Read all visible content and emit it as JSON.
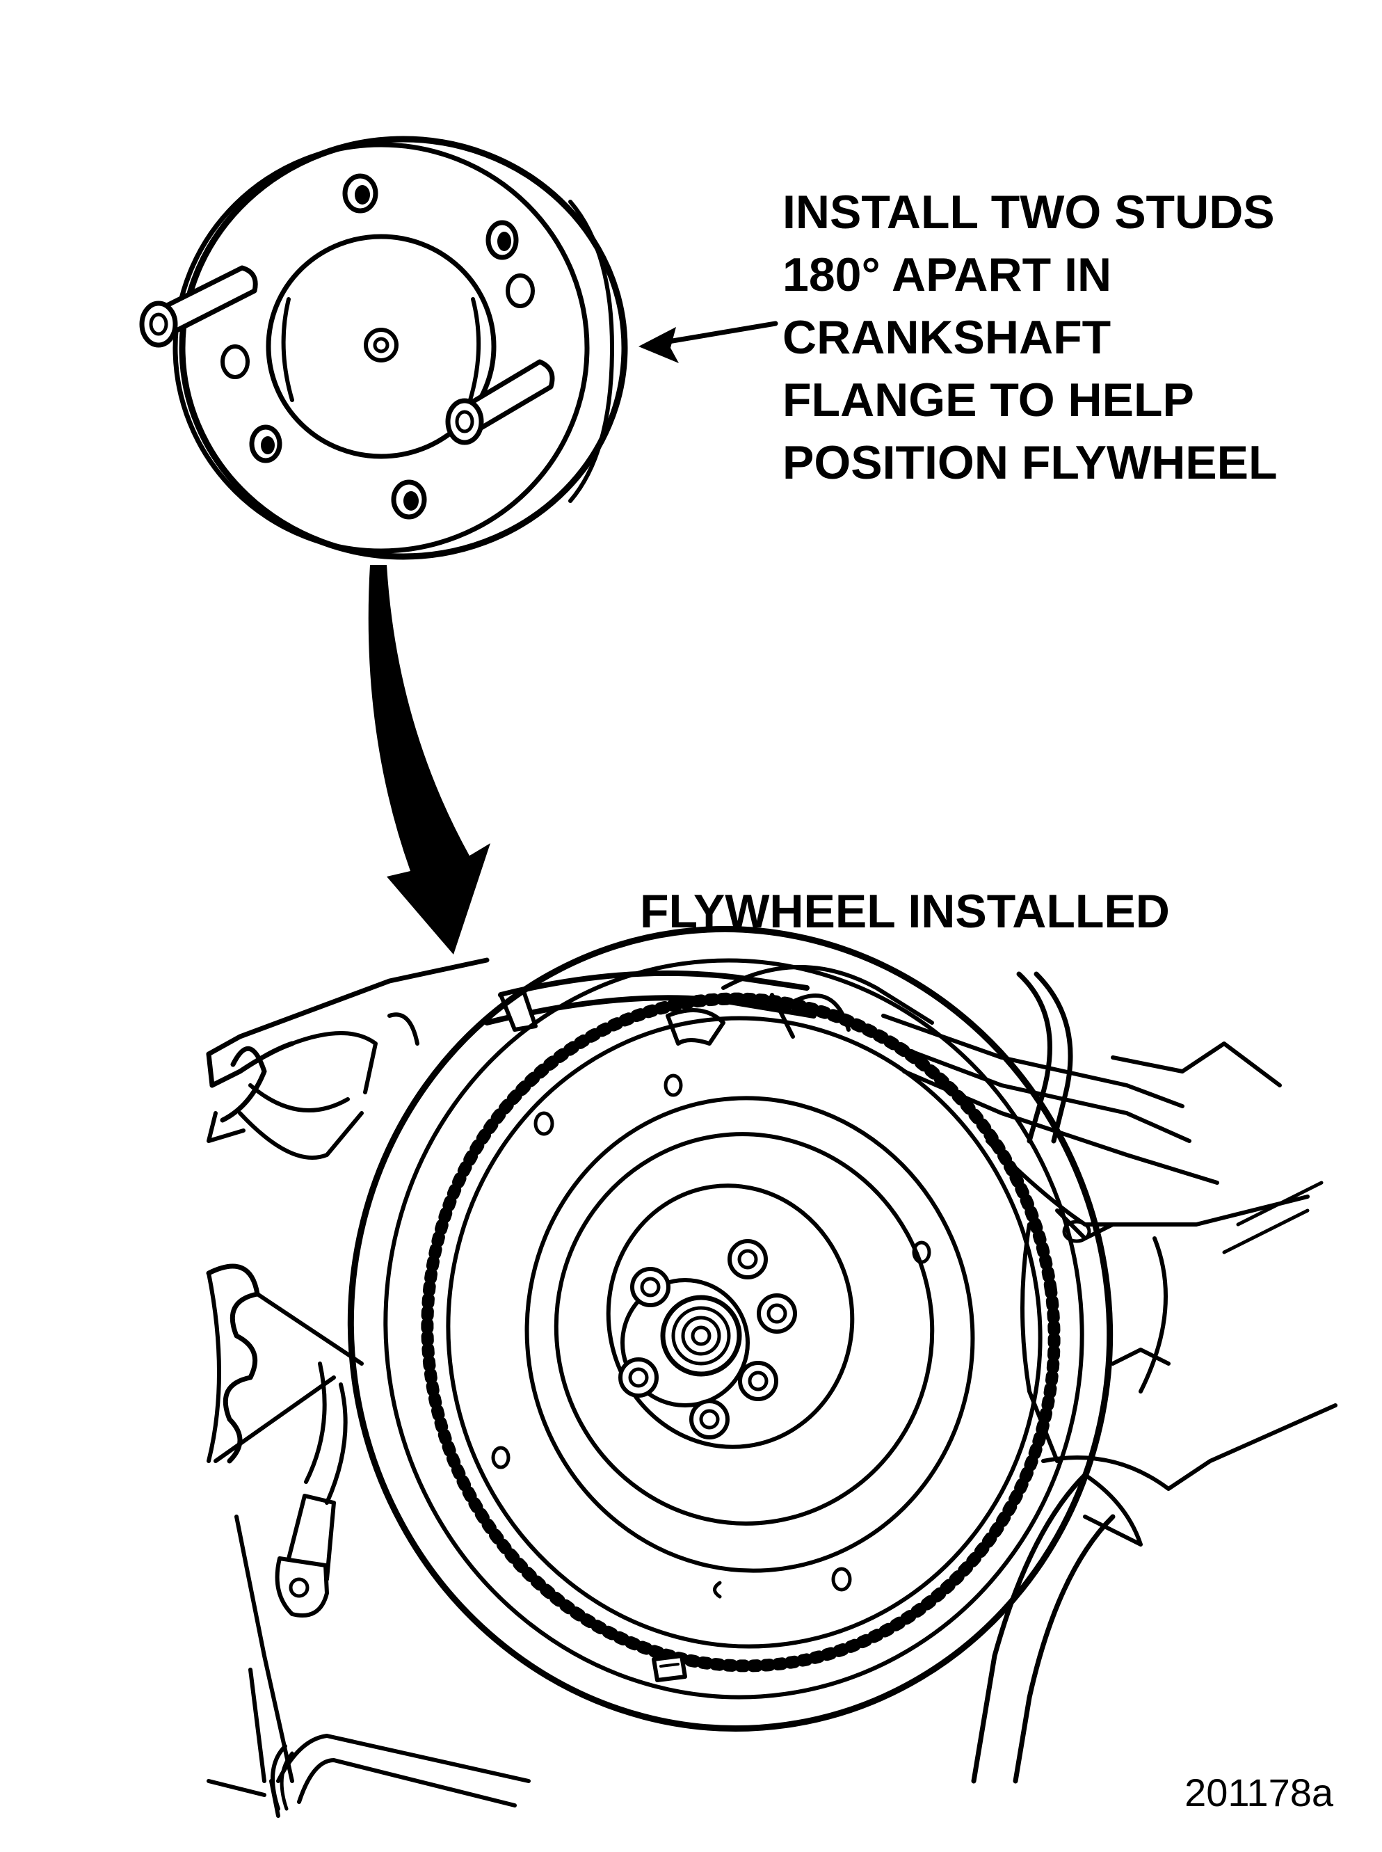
{
  "callout": {
    "lines": [
      "INSTALL TWO STUDS",
      "180° APART IN",
      "CRANKSHAFT",
      "FLANGE TO HELP",
      "POSITION FLYWHEEL"
    ]
  },
  "label": {
    "text": "FLYWHEEL INSTALLED"
  },
  "figure_id": "201178a",
  "colors": {
    "ink": "#000000",
    "paper": "#ffffff"
  }
}
